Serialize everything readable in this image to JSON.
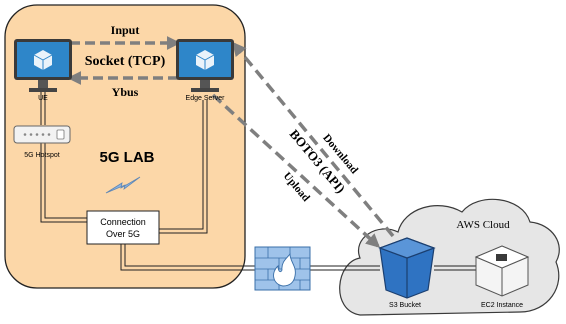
{
  "lab": {
    "title": "5G LAB",
    "ue_label": "UE",
    "edge_label": "Edge Server",
    "hotspot_label": "5G Hotspot",
    "connection_line1": "Connection",
    "connection_line2": "Over 5G"
  },
  "links": {
    "input_label": "Input",
    "socket_label": "Socket (TCP)",
    "ybus_label": "Ybus",
    "download_label": "Download",
    "boto3_label": "BOTO3 (API)",
    "upload_label": "Upload"
  },
  "cloud": {
    "title": "AWS Cloud",
    "s3_label": "S3 Bucket",
    "ec2_label": "EC2 Instance"
  },
  "colors": {
    "lab_fill": "#fcd7a8",
    "lab_stroke": "#222222",
    "cloud_fill": "#e6e6e6",
    "monitor_blue": "#2e86c9",
    "dash_gray": "#7f7f7f",
    "s3_blue": "#2f73c2"
  }
}
